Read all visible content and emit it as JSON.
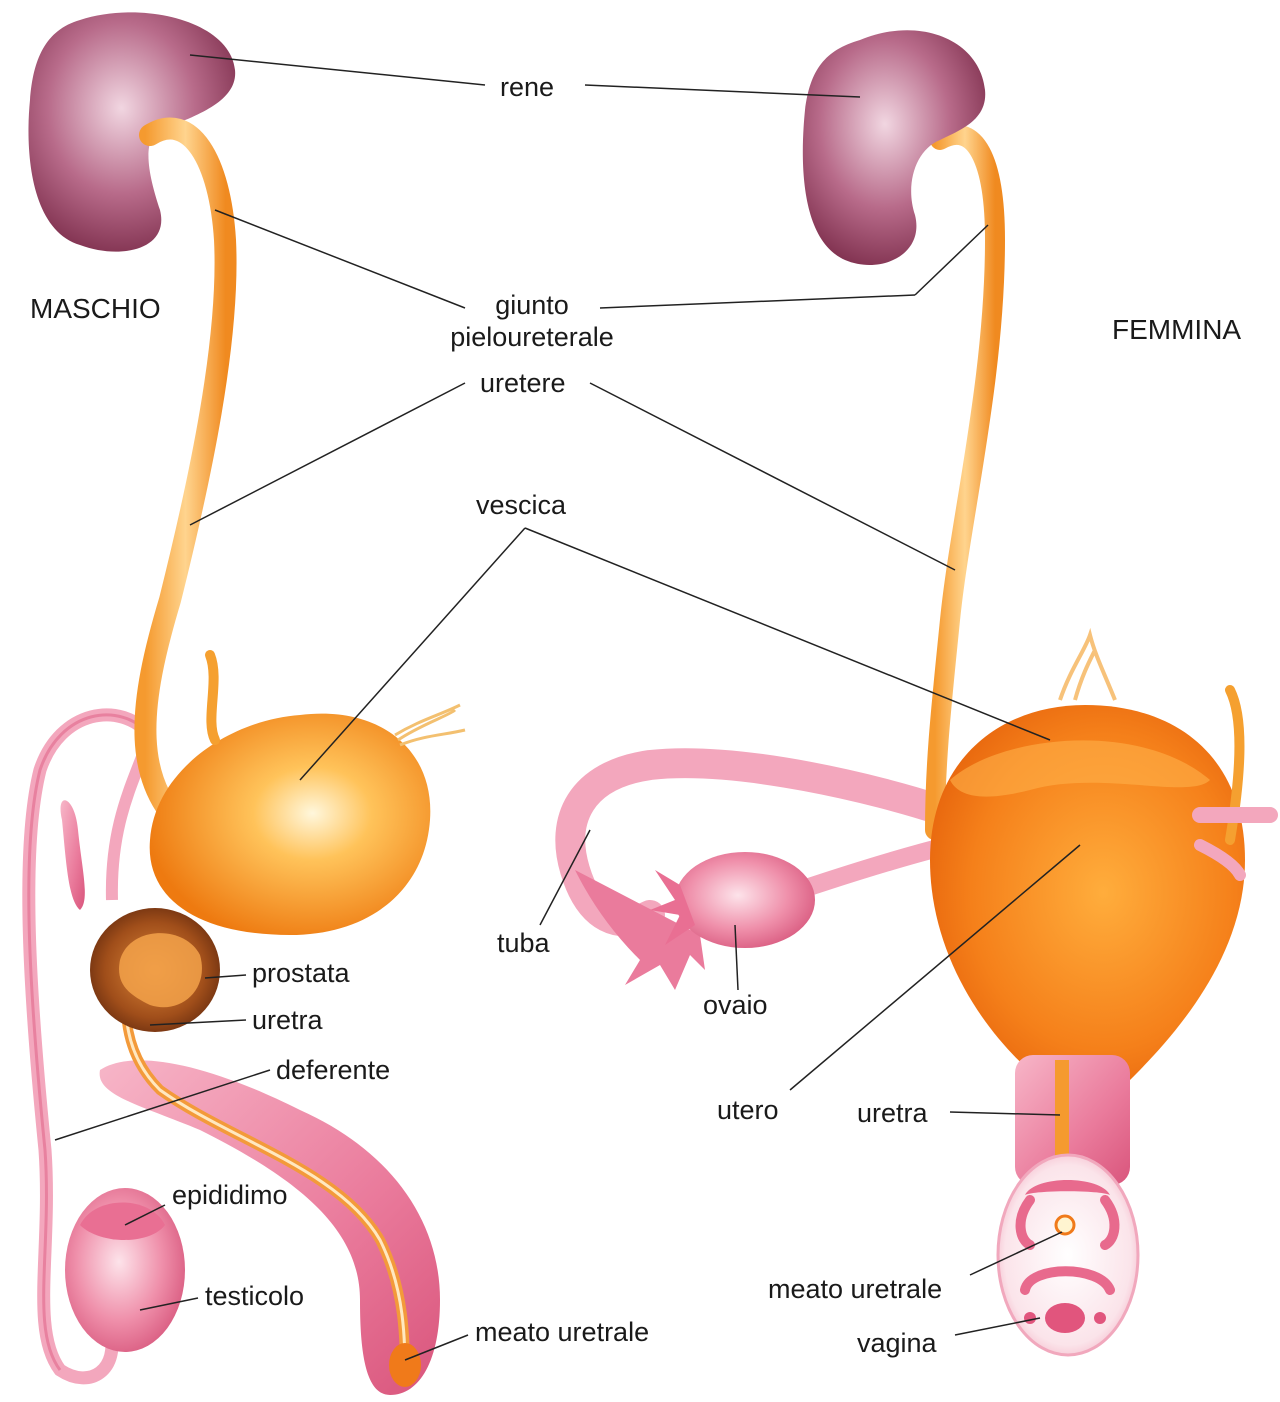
{
  "sections": {
    "male": "MASCHIO",
    "female": "FEMMINA"
  },
  "labels": {
    "rene": "rene",
    "giunto_line1": "giunto",
    "giunto_line2": "pieloureterale",
    "uretere": "uretere",
    "vescica": "vescica",
    "prostata": "prostata",
    "uretra_male": "uretra",
    "deferente": "deferente",
    "epididimo": "epididimo",
    "testicolo": "testicolo",
    "meato_male": "meato uretrale",
    "tuba": "tuba",
    "ovaio": "ovaio",
    "utero": "utero",
    "uretra_female": "uretra",
    "meato_female": "meato uretrale",
    "vagina": "vagina"
  },
  "colors": {
    "kidney": "#a24a6a",
    "ureter": "#f2a445",
    "bladder": "#f28a1c",
    "pink_tissue": "#e96f93",
    "prostate": "#8a3e16",
    "leader_line": "#222222"
  }
}
